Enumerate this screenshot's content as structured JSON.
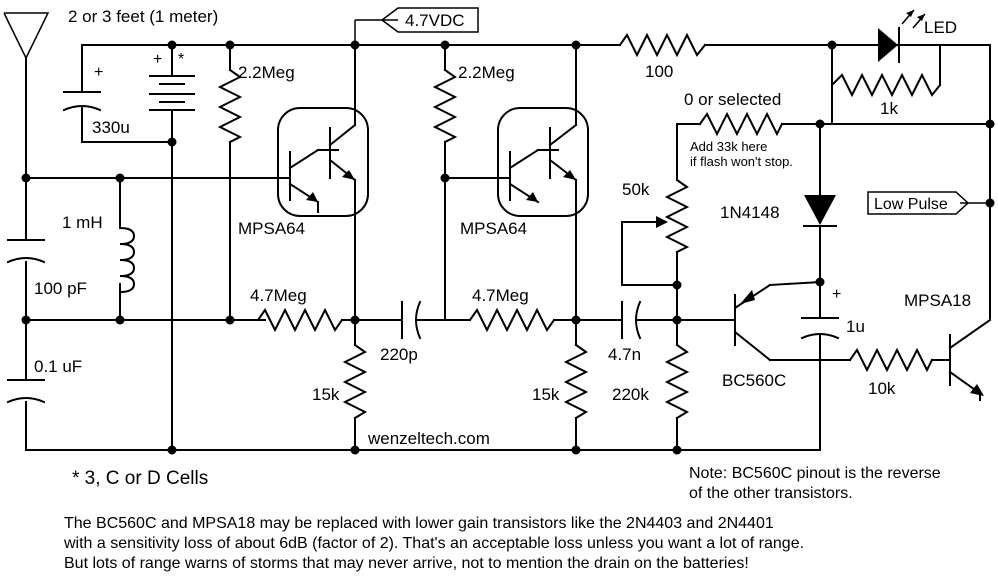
{
  "labels": {
    "antenna_length": "2 or 3 feet (1 meter)",
    "supply_voltage": "4.7VDC",
    "r_top_left": "2.2Meg",
    "r_top_mid": "2.2Meg",
    "r_series": "100",
    "led": "LED",
    "r_led": "1k",
    "r_selected": "0 or selected",
    "note_33k_line1": "Add 33k here",
    "note_33k_line2": "if flash won't stop.",
    "cap_330": "330u",
    "plus1": "+",
    "plus2": "+",
    "star": "*",
    "plus_1u": "+",
    "inductor": "1 mH",
    "cap_100p": "100 pF",
    "cap_01u": "0.1 uF",
    "q1": "MPSA64",
    "q2": "MPSA64",
    "pot": "50k",
    "diode": "1N4148",
    "low_pulse": "Low Pulse",
    "r_feedback_left": "4.7Meg",
    "r_feedback_mid": "4.7Meg",
    "cap_220p": "220p",
    "cap_47n": "4.7n",
    "cap_1u": "1u",
    "q3": "BC560C",
    "q4": "MPSA18",
    "r_10k": "10k",
    "r_15k_left": "15k",
    "r_15k_mid": "15k",
    "r_220k": "220k",
    "website": "wenzeltech.com"
  },
  "notes": {
    "cells": "* 3, C or D Cells",
    "pinout_line1": "Note: BC560C pinout is the reverse",
    "pinout_line2": "of the other transistors."
  },
  "footer": [
    "The BC560C and MPSA18 may be replaced with lower gain transistors like the 2N4403 and 2N4401",
    "with a sensitivity loss of about 6dB (factor of 2). That's an acceptable loss unless you want a lot of range.",
    "But lots of range warns of storms that may never arrive, not to mention the drain on the batteries!"
  ]
}
